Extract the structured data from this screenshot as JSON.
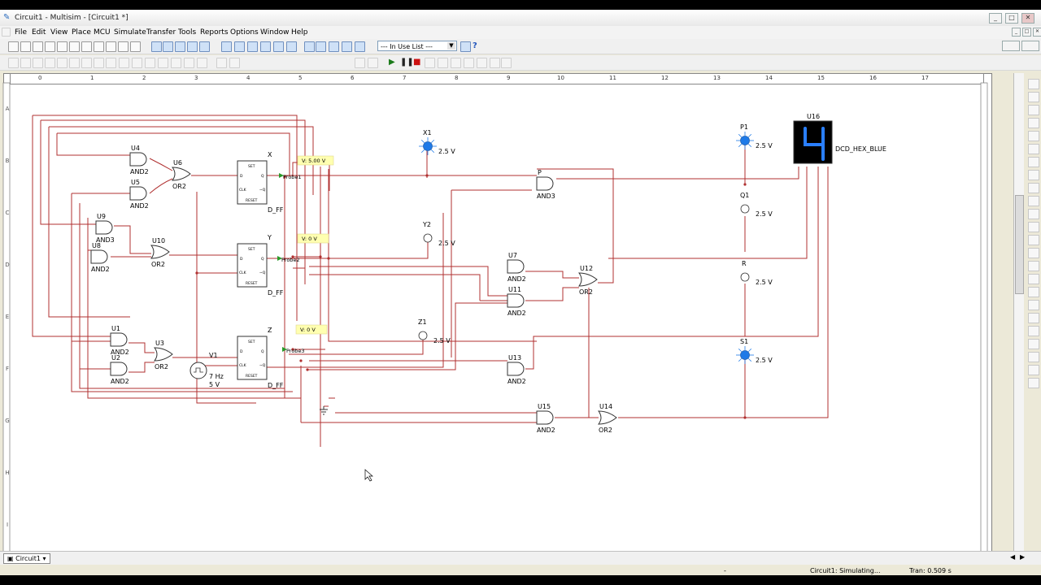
{
  "window": {
    "title": "Circuit1 - Multisim - [Circuit1 *]"
  },
  "menu": [
    "File",
    "Edit",
    "View",
    "Place",
    "MCU",
    "Simulate",
    "Transfer",
    "Tools",
    "Reports",
    "Options",
    "Window",
    "Help"
  ],
  "toolbar": {
    "in_use_list": "--- In Use List ---"
  },
  "ruler": {
    "columns": [
      "0",
      "1",
      "2",
      "3",
      "4",
      "5",
      "6",
      "7",
      "8",
      "9",
      "10",
      "11",
      "12",
      "13",
      "14",
      "15",
      "16",
      "17"
    ],
    "rows": [
      "A",
      "B",
      "C",
      "D",
      "E",
      "F",
      "G",
      "H",
      "I"
    ]
  },
  "schematic": {
    "flipflops": [
      {
        "ref": "X",
        "type": "D_FF"
      },
      {
        "ref": "Y",
        "type": "D_FF"
      },
      {
        "ref": "Z",
        "type": "D_FF"
      }
    ],
    "ff_pins": {
      "set": "SET",
      "d": "D",
      "q": "Q",
      "clk": "CLK",
      "qn": "~Q",
      "reset": "RESET"
    },
    "gates": [
      {
        "ref": "U4",
        "type": "AND2"
      },
      {
        "ref": "U5",
        "type": "AND2"
      },
      {
        "ref": "U6",
        "type": "OR2"
      },
      {
        "ref": "U9",
        "type": "AND3"
      },
      {
        "ref": "U8",
        "type": "AND2"
      },
      {
        "ref": "U10",
        "type": "OR2"
      },
      {
        "ref": "U1",
        "type": "AND2"
      },
      {
        "ref": "U2",
        "type": "AND2"
      },
      {
        "ref": "U3",
        "type": "OR2"
      },
      {
        "ref": "P",
        "type": "AND3"
      },
      {
        "ref": "U7",
        "type": "AND2"
      },
      {
        "ref": "U11",
        "type": "AND2"
      },
      {
        "ref": "U12",
        "type": "OR2"
      },
      {
        "ref": "U13",
        "type": "AND2"
      },
      {
        "ref": "U15",
        "type": "AND2"
      },
      {
        "ref": "U14",
        "type": "OR2"
      }
    ],
    "probes": [
      {
        "ref": "Probe1",
        "reading": "V: 5.00 V"
      },
      {
        "ref": "Probe2",
        "reading": "V: 0 V"
      },
      {
        "ref": "Probe3",
        "reading": "V: 0 V"
      }
    ],
    "lamps": [
      {
        "ref": "X1",
        "voltage": "2.5 V",
        "on": true
      },
      {
        "ref": "Y2",
        "voltage": "2.5 V",
        "on": false
      },
      {
        "ref": "Z1",
        "voltage": "2.5 V",
        "on": false
      },
      {
        "ref": "P1",
        "voltage": "2.5 V",
        "on": true
      },
      {
        "ref": "Q1",
        "voltage": "2.5 V",
        "on": false
      },
      {
        "ref": "R",
        "voltage": "2.5 V",
        "on": false
      },
      {
        "ref": "S1",
        "voltage": "2.5 V",
        "on": true
      }
    ],
    "clock_source": {
      "ref": "V1",
      "frequency": "7 Hz",
      "amplitude": "5 V"
    },
    "display": {
      "ref": "U16",
      "type": "DCD_HEX_BLUE",
      "digit": "4"
    },
    "colors": {
      "wire": "#b03030",
      "lamp_on": "#1e7ae8",
      "probe_tag": "#ffffb0",
      "display_bg": "#000000",
      "display_seg": "#2a7fff"
    }
  },
  "tabs": [
    {
      "label": "Circuit1"
    }
  ],
  "status": {
    "simulating": "Circuit1: Simulating...",
    "tran": "Tran: 0.509 s",
    "sep": "-"
  }
}
